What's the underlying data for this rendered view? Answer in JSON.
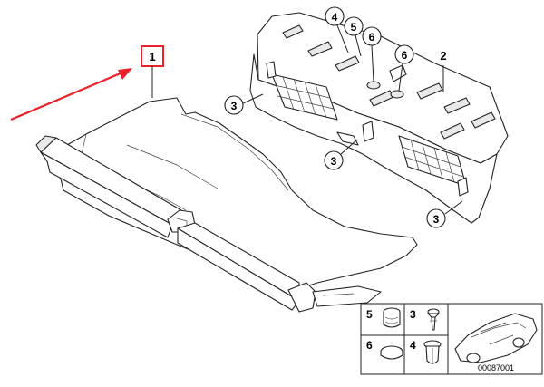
{
  "diagram": {
    "callouts": {
      "c1": "1",
      "c2": "2",
      "c3a": "3",
      "c3b": "3",
      "c3c": "3",
      "c4": "4",
      "c5": "5",
      "c6a": "6",
      "c6b": "6"
    },
    "legend": {
      "l5": "5",
      "l3": "3",
      "l6": "6",
      "l4": "4"
    },
    "part_number": "00087001",
    "colors": {
      "highlight": "#e8222b",
      "line": "#222222",
      "fill": "#ffffff"
    }
  }
}
